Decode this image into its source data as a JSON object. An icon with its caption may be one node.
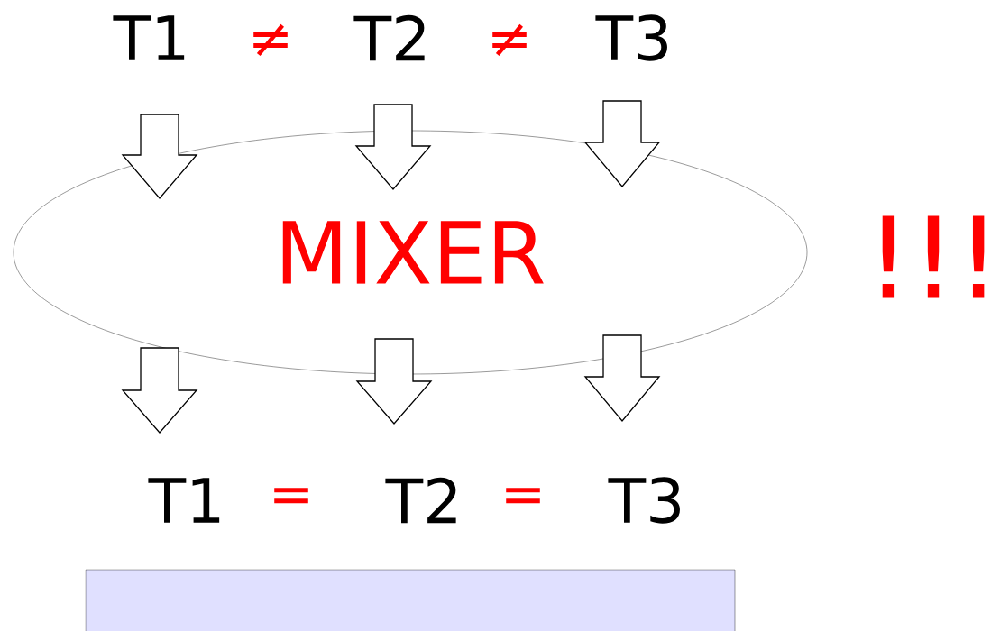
{
  "diagram": {
    "nodes": [
      {
        "text": [
          "T1"
        ]
      },
      {
        "text": [
          "T2"
        ]
      },
      {
        "text": [
          "T3"
        ]
      },
      {
        "text": [
          "MIXER"
        ]
      },
      {
        "text": [
          "T1"
        ]
      },
      {
        "text": [
          "T2"
        ]
      },
      {
        "text": [
          "T3"
        ]
      },
      {
        "text": [],
        "shape": "box"
      }
    ],
    "edges": [
      {
        "from": 0,
        "to": 3,
        "arrow": "to"
      },
      {
        "from": 1,
        "to": 3,
        "arrow": "to"
      },
      {
        "from": 2,
        "to": 3,
        "arrow": "to"
      },
      {
        "from": 3,
        "to": 4,
        "arrow": "to"
      },
      {
        "from": 3,
        "to": 5,
        "arrow": "to"
      },
      {
        "from": 3,
        "to": 6,
        "arrow": "to"
      }
    ],
    "labels": [
      "≠",
      "≠",
      "!!!",
      "=",
      "="
    ]
  }
}
